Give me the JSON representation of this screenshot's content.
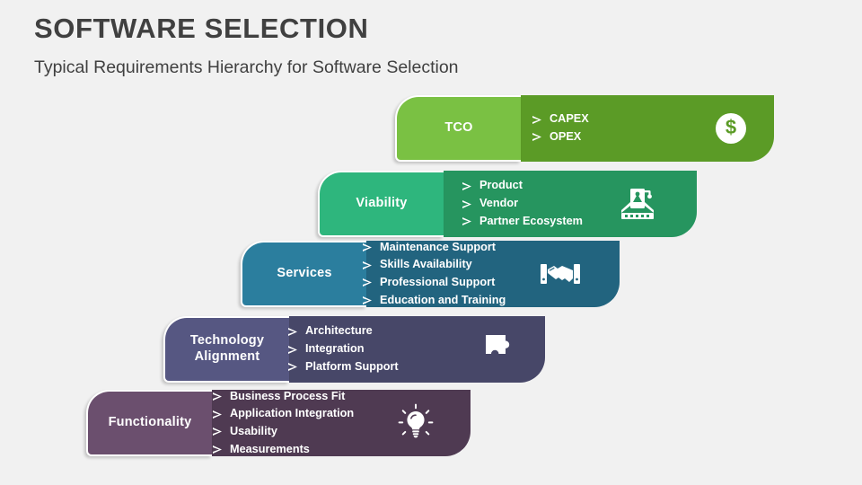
{
  "header": {
    "title": "SOFTWARE SELECTION",
    "subtitle": "Typical Requirements Hierarchy for Software Selection"
  },
  "colors": {
    "background": "#f1f1f1",
    "title_text": "#404040",
    "tco_light": "#7ac143",
    "tco_dark": "#5b9b26",
    "viability_light": "#2eb67d",
    "viability_dark": "#26955f",
    "services_light": "#2b7e9e",
    "services_dark": "#22647f",
    "technology_light": "#565782",
    "technology_dark": "#474768",
    "functionality_light": "#6b4f6e",
    "functionality_dark": "#4f3a52",
    "text": "#ffffff"
  },
  "bullet_glyph": "arrow-bullet-icon",
  "bands": [
    {
      "label": "TCO",
      "label_lines": [
        "TCO"
      ],
      "icon": "dollar-circle-icon",
      "items": [
        "CAPEX",
        "OPEX"
      ]
    },
    {
      "label": "Viability",
      "label_lines": [
        "Viability"
      ],
      "icon": "factory-icon",
      "items": [
        "Product",
        "Vendor",
        "Partner Ecosystem"
      ]
    },
    {
      "label": "Services",
      "label_lines": [
        "Services"
      ],
      "icon": "handshake-icon",
      "items": [
        "Maintenance Support",
        "Skills Availability",
        "Professional Support",
        "Education and Training"
      ]
    },
    {
      "label": "Technology Alignment",
      "label_lines": [
        "Technology",
        "Alignment"
      ],
      "icon": "puzzle-piece-icon",
      "items": [
        "Architecture",
        "Integration",
        "Platform Support"
      ]
    },
    {
      "label": "Functionality",
      "label_lines": [
        "Functionality"
      ],
      "icon": "lightbulb-icon",
      "items": [
        "Business Process Fit",
        "Application Integration",
        "Usability",
        "Measurements"
      ]
    }
  ],
  "dollar_symbol": "$"
}
